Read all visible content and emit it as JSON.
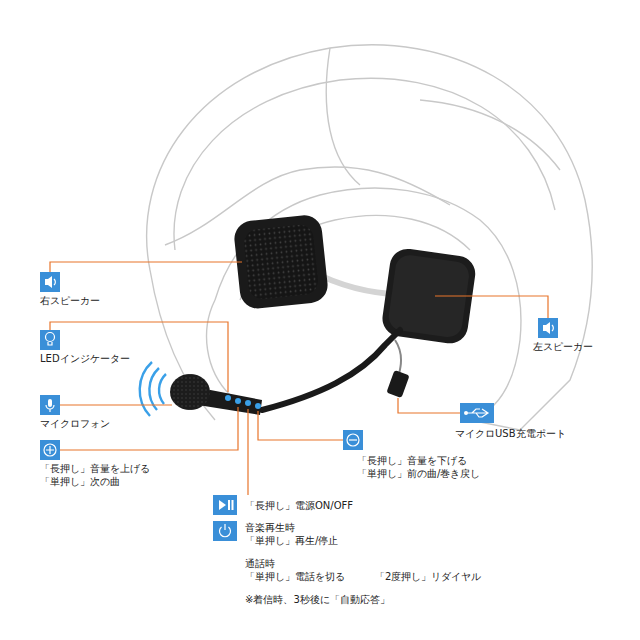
{
  "diagram": {
    "labels": [
      "右スピーカー",
      "LEDインジケーター",
      "マイクロフォン",
      "「長押し」音量を上げる",
      "「単押し」次の曲",
      "左スピーカー",
      "マイクロUSB充電ポート",
      "「長押し」音量を下げる",
      "「単押し」前の曲/巻き戻し",
      "「長押し」電源ON/OFF",
      "音楽再生時",
      "「単押し」再生/停止",
      "通話時",
      "「単押し」電話を切る",
      "「2度押し」リダイヤル",
      "※着信時、3秒後に「自動応答」"
    ]
  }
}
